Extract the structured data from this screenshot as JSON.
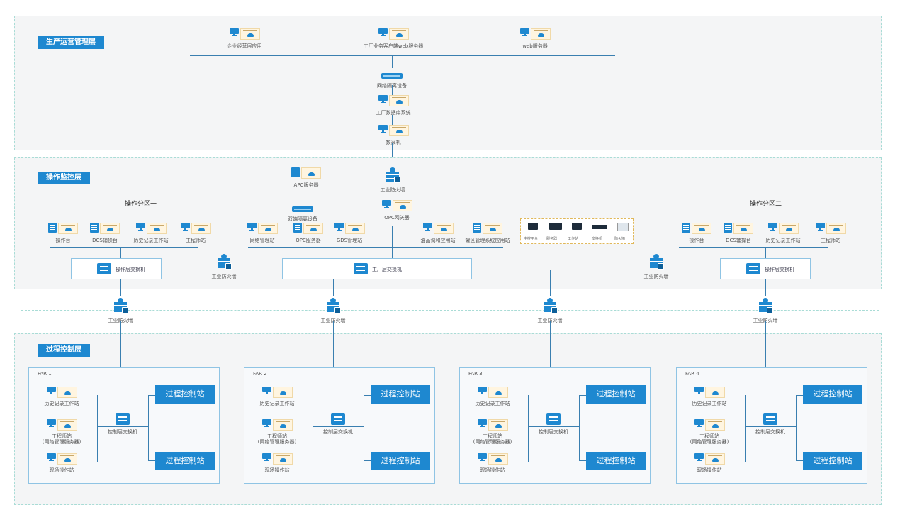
{
  "layers": {
    "management": "生产运营管理层",
    "operation": "操作监控层",
    "process": "过程控制层"
  },
  "management": {
    "nodes": [
      {
        "label": "企业经营层应用"
      },
      {
        "label": "工厂业务客户端web服务器"
      },
      {
        "label": "web服务器"
      },
      {
        "label": "网络隔离设备"
      },
      {
        "label": "工厂数据库系统"
      },
      {
        "label": "数采机"
      }
    ]
  },
  "operation": {
    "zone1": "操作分区一",
    "zone2": "操作分区二",
    "top_firewall": "工业防火墙",
    "apc_server": "APC服务器",
    "gap_device": "双端隔离设备",
    "opc_gateway": "OPC网关器",
    "zone1_nodes": [
      "操作台",
      "DCS辅操台",
      "历史记录工作站",
      "工程师站"
    ],
    "center_nodes": [
      "网络管理站",
      "OPC服务器",
      "GDS管理站",
      "油品调和应用站",
      "罐区管理系统应用站"
    ],
    "equip_labels": [
      "中控平台",
      "服务器",
      "工作站",
      "交换机",
      "防火墙"
    ],
    "zone2_nodes": [
      "操作台",
      "DCS辅操台",
      "历史记录工作站",
      "工程师站"
    ],
    "switch_left": "操作层交换机",
    "switch_center": "工厂层交换机",
    "switch_right": "操作层交换机",
    "fw_left": "工业防火墙",
    "fw_right": "工业防火墙"
  },
  "boundary_firewalls": [
    "工业防火墙",
    "工业防火墙",
    "工业防火墙",
    "工业防火墙"
  ],
  "process": {
    "fars": [
      {
        "name": "FAR 1",
        "nodes": [
          "历史记录工作站",
          "工程师站\n(网络管理服务器)",
          "现场操作站"
        ],
        "switch": "控制层交换机",
        "stations": [
          "过程控制站",
          "过程控制站"
        ]
      },
      {
        "name": "FAR 2",
        "nodes": [
          "历史记录工作站",
          "工程师站\n(网络管理服务器)",
          "现场操作站"
        ],
        "switch": "控制层交换机",
        "stations": [
          "过程控制站",
          "过程控制站"
        ]
      },
      {
        "name": "FAR 3",
        "nodes": [
          "历史记录工作站",
          "工程师站\n(网络管理服务器)",
          "现场操作站"
        ],
        "switch": "控制层交换机",
        "stations": [
          "过程控制站",
          "过程控制站"
        ]
      },
      {
        "name": "FAR 4",
        "nodes": [
          "历史记录工作站",
          "工程师站\n(网络管理服务器)",
          "现场操作站"
        ],
        "switch": "控制层交换机",
        "stations": [
          "过程控制站",
          "过程控制站"
        ]
      }
    ]
  },
  "colors": {
    "accent": "#1e88d0",
    "layer_bg": "#f4f5f6",
    "border": "#a9dcd6"
  }
}
